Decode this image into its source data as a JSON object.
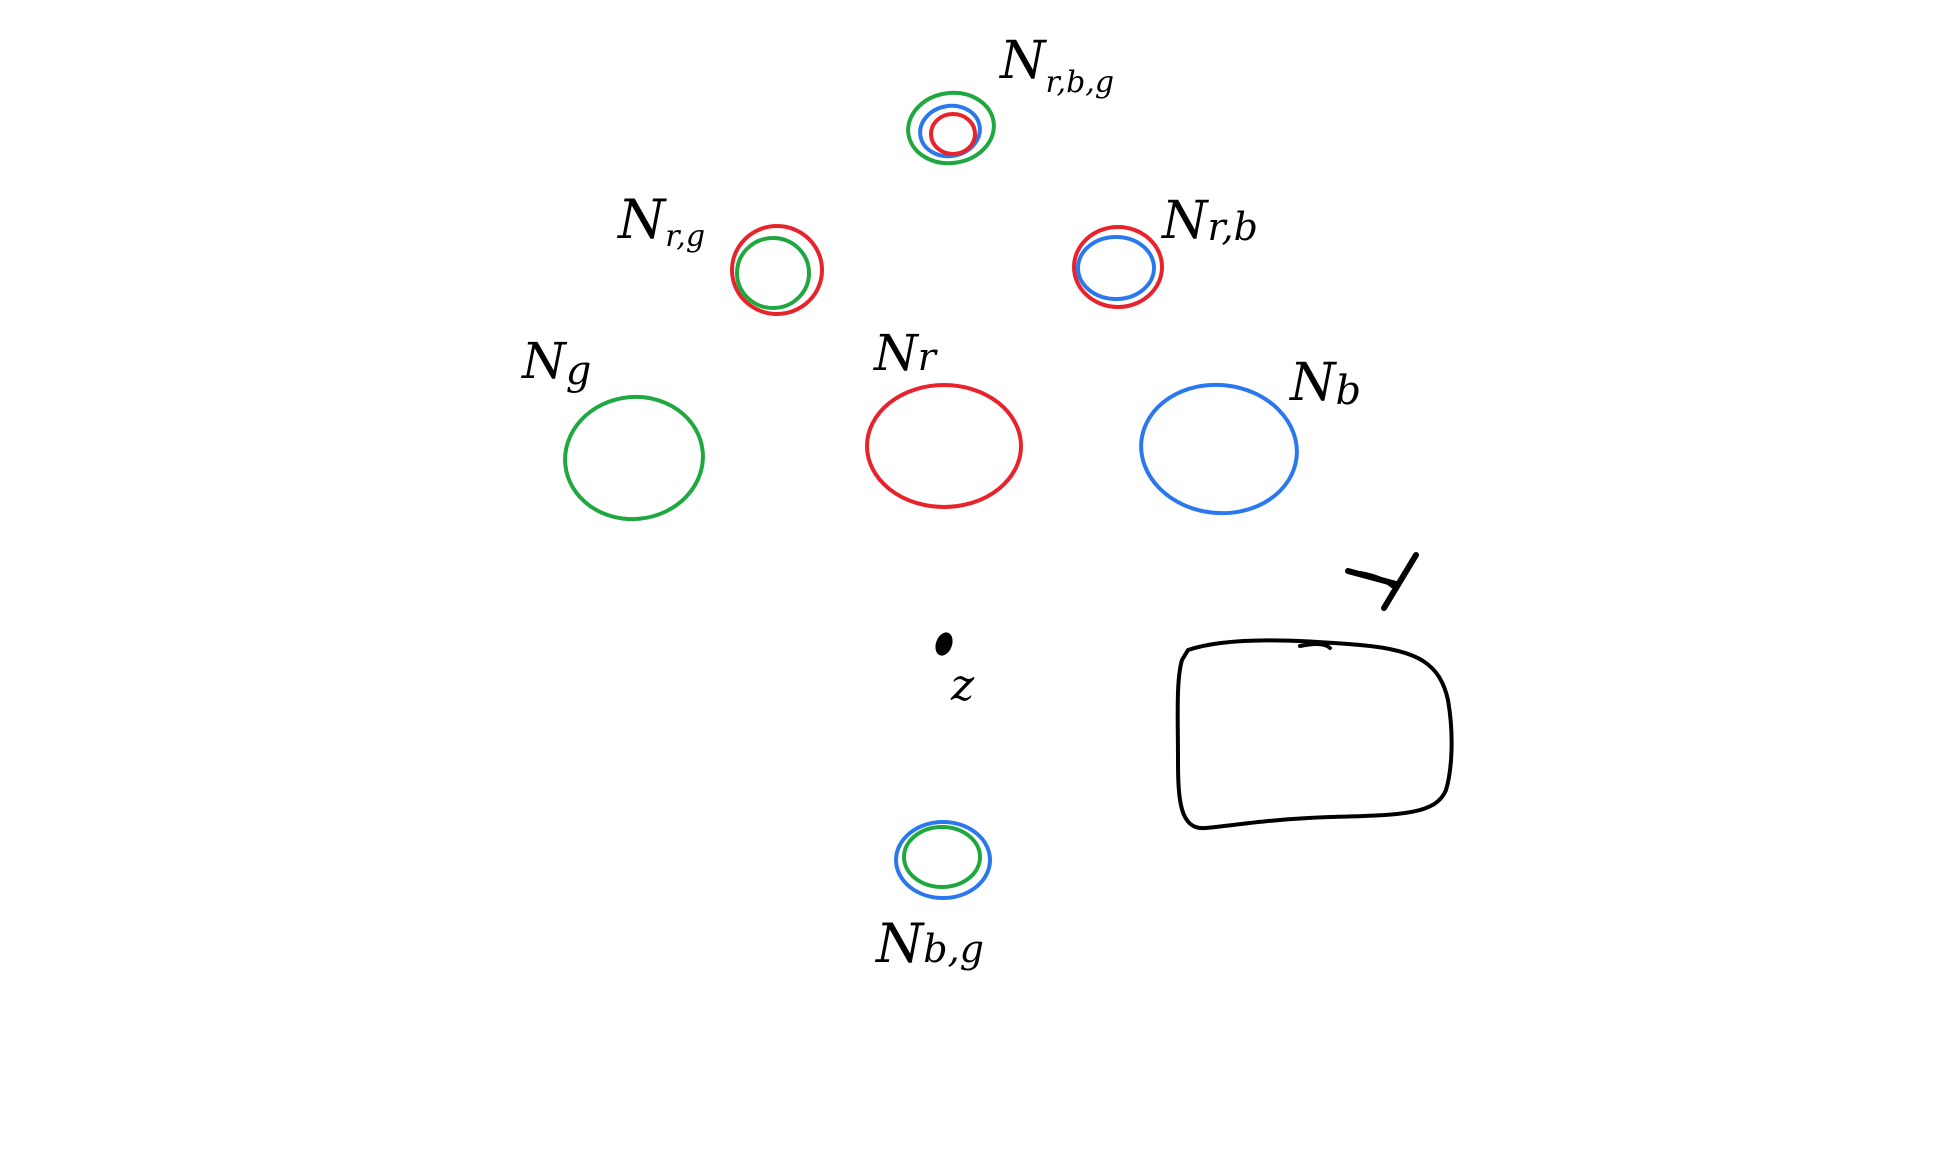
{
  "colors": {
    "r": "#e8232b",
    "g": "#1fa83f",
    "b": "#2b78ee",
    "ink": "#000000",
    "background": "#ffffff"
  },
  "labels": {
    "n_rbg": {
      "main": "N",
      "sub": "r,b,g"
    },
    "n_rg": {
      "main": "N",
      "sub": "r,g"
    },
    "n_rb": {
      "main": "N",
      "sub": "r,b"
    },
    "n_g": {
      "main": "N",
      "sub": "g"
    },
    "n_r": {
      "main": "N",
      "sub": "r"
    },
    "n_b": {
      "main": "N",
      "sub": "b"
    },
    "z": "z",
    "n_bg": {
      "main": "N",
      "sub": "b,g"
    }
  }
}
